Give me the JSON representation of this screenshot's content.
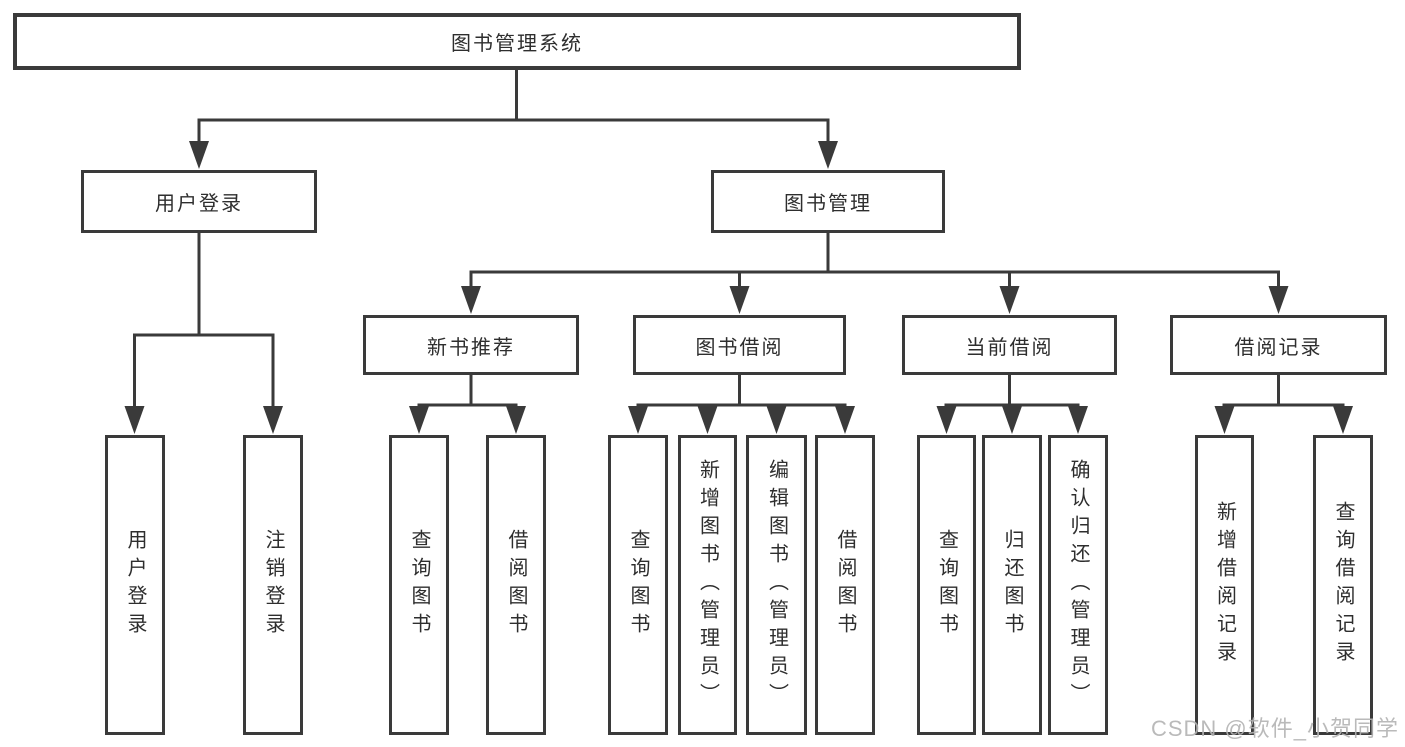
{
  "nodes": {
    "root": "图书管理系统",
    "user_login": "用户登录",
    "book_mgmt": "图书管理",
    "new_book": "新书推荐",
    "book_borrow": "图书借阅",
    "current_borrow": "当前借阅",
    "borrow_records": "借阅记录",
    "user_login_leaf": "用户登录",
    "logout_leaf": "注销登录",
    "nb_query": "查询图书",
    "nb_borrow": "借阅图书",
    "bw_query": "查询图书",
    "bw_add": "新增图书（管理员）",
    "bw_edit": "编辑图书（管理员）",
    "bw_borrow": "借阅图书",
    "cb_query": "查询图书",
    "cb_return": "归还图书",
    "cb_confirm": "确认归还（管理员）",
    "br_add": "新增借阅记录",
    "br_query": "查询借阅记录"
  },
  "edges": [
    [
      "root",
      "user_login"
    ],
    [
      "root",
      "book_mgmt"
    ],
    [
      "user_login",
      "user_login_leaf"
    ],
    [
      "user_login",
      "logout_leaf"
    ],
    [
      "book_mgmt",
      "new_book"
    ],
    [
      "book_mgmt",
      "book_borrow"
    ],
    [
      "book_mgmt",
      "current_borrow"
    ],
    [
      "book_mgmt",
      "borrow_records"
    ],
    [
      "new_book",
      "nb_query"
    ],
    [
      "new_book",
      "nb_borrow"
    ],
    [
      "book_borrow",
      "bw_query"
    ],
    [
      "book_borrow",
      "bw_add"
    ],
    [
      "book_borrow",
      "bw_edit"
    ],
    [
      "book_borrow",
      "bw_borrow"
    ],
    [
      "current_borrow",
      "cb_query"
    ],
    [
      "current_borrow",
      "cb_return"
    ],
    [
      "current_borrow",
      "cb_confirm"
    ],
    [
      "borrow_records",
      "br_add"
    ],
    [
      "borrow_records",
      "br_query"
    ]
  ],
  "watermark": "CSDN @软件_小贺同学",
  "colors": {
    "line": "#3a3a3a",
    "text": "#2e2e2e",
    "background": "#ffffff",
    "watermark": "#b3b3b3"
  }
}
